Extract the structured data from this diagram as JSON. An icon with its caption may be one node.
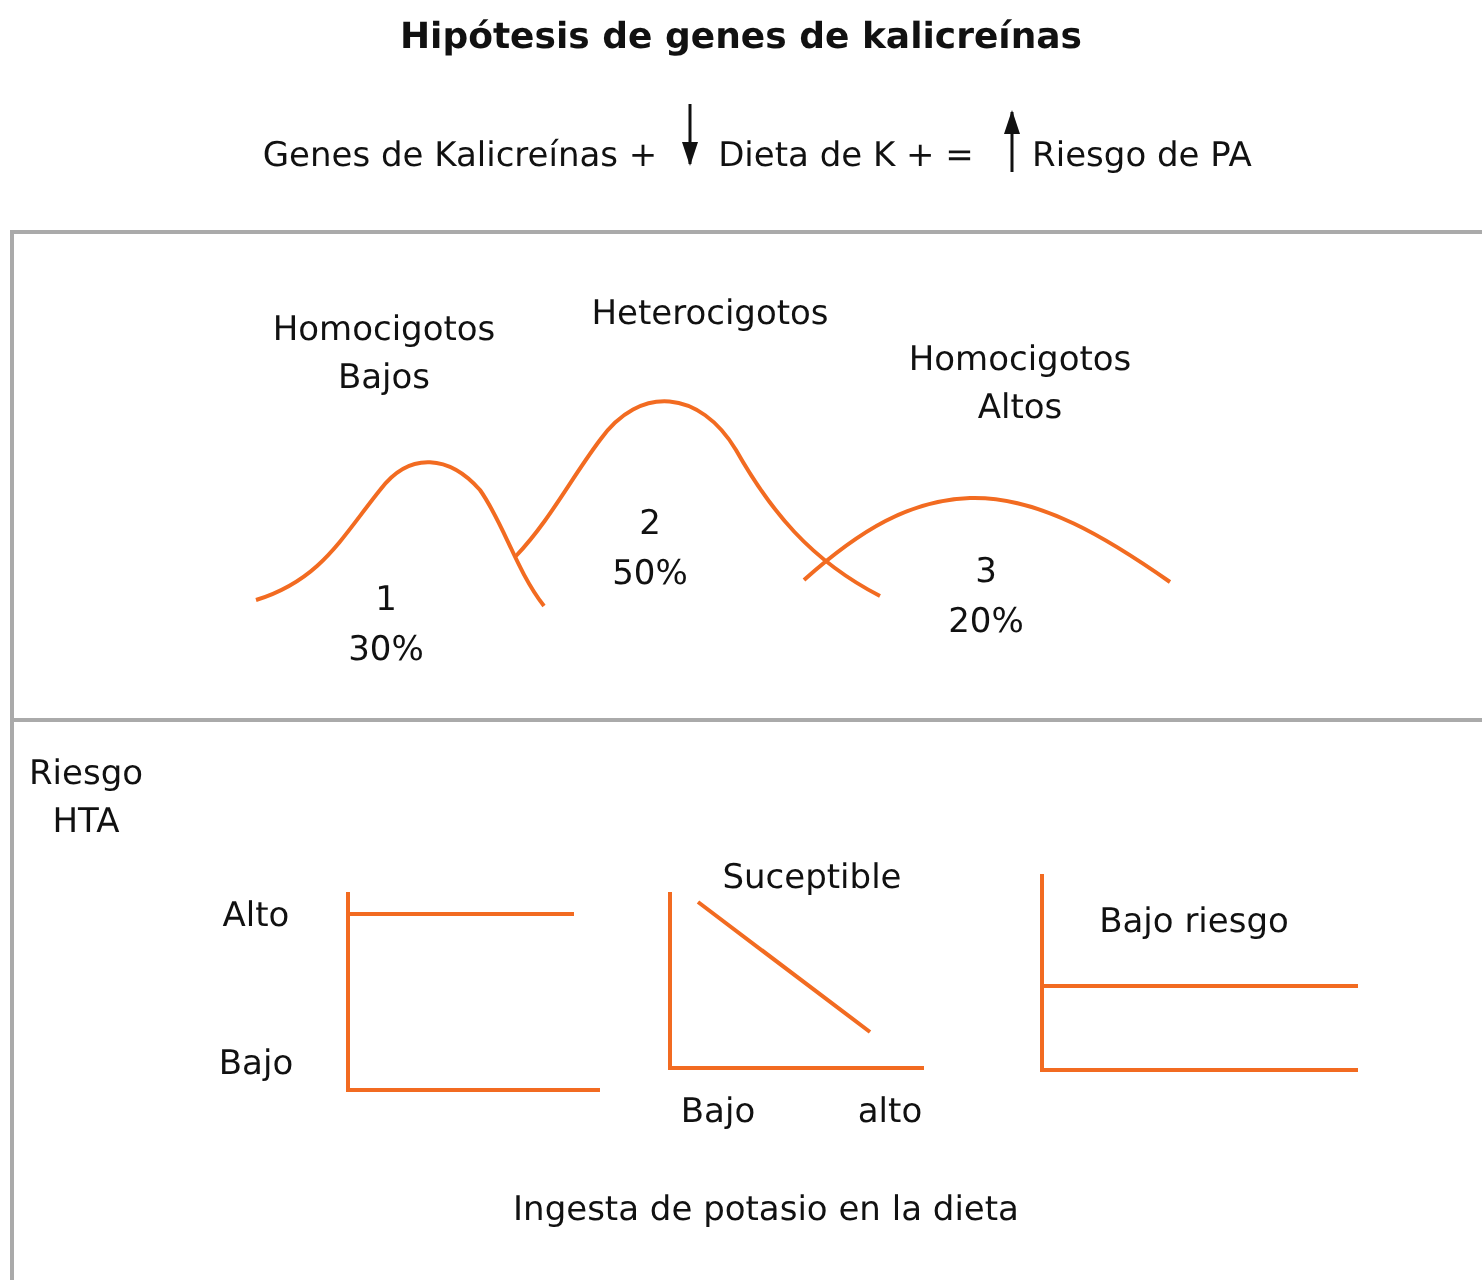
{
  "diagram": {
    "title": "Hipótesis de genes de kalicreínas",
    "labels": [
      "Genes de Kalicreínas +",
      "Dieta de K + =",
      "Riesgo de PA",
      "Heterocigotos",
      "Homocigotos Bajos",
      "Homocigotos Altos",
      "2",
      "50%",
      "1",
      "30%",
      "3",
      "20%",
      "Riesgo HTA",
      "Suceptible",
      "Alto",
      "Bajo riesgo",
      "Bajo",
      "Bajo",
      "alto",
      "Ingesta de potasio en la dieta"
    ]
  }
}
